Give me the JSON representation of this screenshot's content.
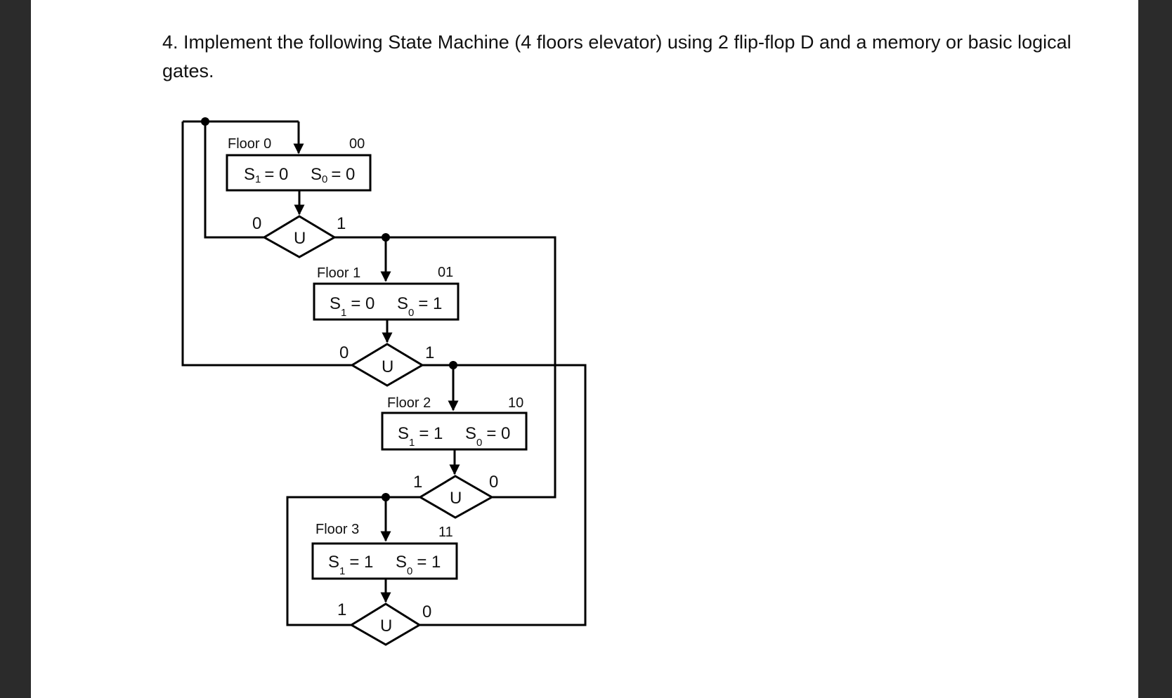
{
  "question": {
    "number": "4.",
    "text": "Implement the following State Machine (4 floors elevator) using 2 flip-flop D and a memory or basic logical gates."
  },
  "diagram": {
    "states": [
      {
        "name": "Floor 0",
        "code": "00",
        "s1_var": "S",
        "s1_sub": "1",
        "s1_val": "= 0",
        "s0_var": "S",
        "s0_sub": "0",
        "s0_val": "= 0"
      },
      {
        "name": "Floor 1",
        "code": "01",
        "s1_var": "S",
        "s1_sub": "1",
        "s1_val": "= 0",
        "s0_var": "S",
        "s0_sub": "0",
        "s0_val": "= 1"
      },
      {
        "name": "Floor 2",
        "code": "10",
        "s1_var": "S",
        "s1_sub": "1",
        "s1_val": "= 1",
        "s0_var": "S",
        "s0_sub": "0",
        "s0_val": "= 0"
      },
      {
        "name": "Floor 3",
        "code": "11",
        "s1_var": "S",
        "s1_sub": "1",
        "s1_val": "= 1",
        "s0_var": "S",
        "s0_sub": "0",
        "s0_val": "= 1"
      }
    ],
    "decisions": [
      {
        "input": "U",
        "left": "0",
        "right": "1"
      },
      {
        "input": "U",
        "left": "0",
        "right": "1"
      },
      {
        "input": "U",
        "left": "1",
        "right": "0"
      },
      {
        "input": "U",
        "left": "1",
        "right": "0"
      }
    ]
  }
}
